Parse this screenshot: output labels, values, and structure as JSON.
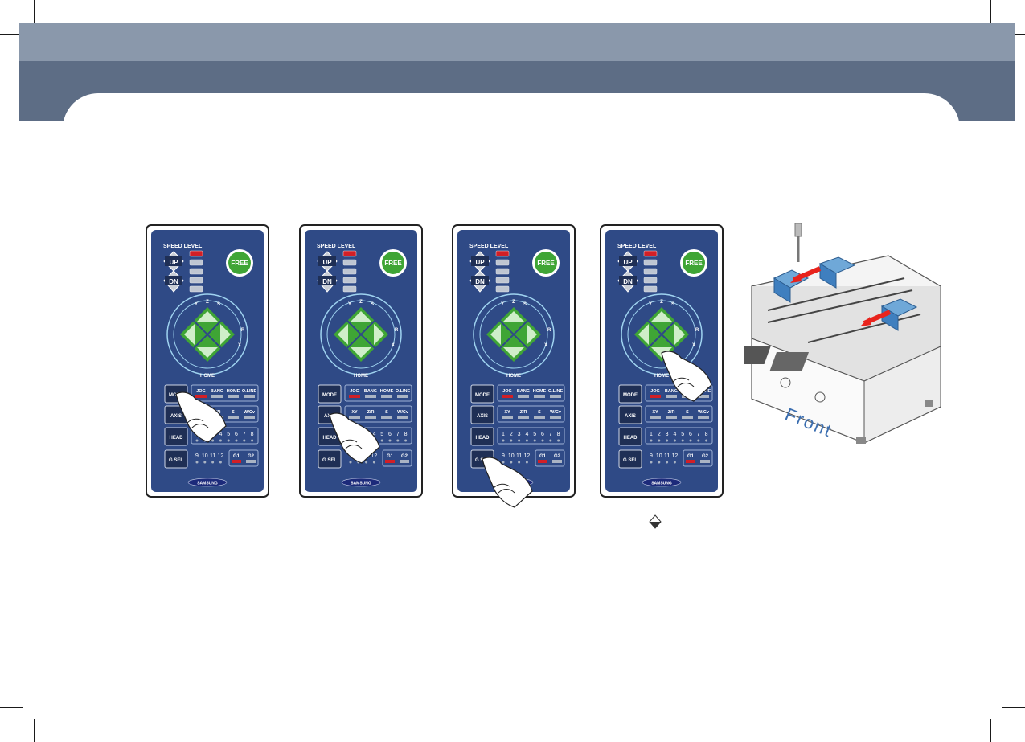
{
  "pendant": {
    "speed_level_label": "SPEED LEVEL",
    "up_label": "UP",
    "dn_label": "DN",
    "free_label": "FREE",
    "dpad_top_labels": [
      "Y",
      "Z",
      "S"
    ],
    "dpad_side_labels": [
      "R",
      "X"
    ],
    "home_label": "HOME",
    "left_buttons": [
      "MODE",
      "AXIS",
      "HEAD",
      "G.SEL"
    ],
    "mode_row": [
      "JOG",
      "BANG",
      "HOME",
      "O.LINE"
    ],
    "axis_row": [
      "XY",
      "Z/R",
      "S",
      "W/Cv"
    ],
    "head_row_1": [
      "1",
      "2",
      "3",
      "4",
      "5",
      "6",
      "7",
      "8"
    ],
    "head_row_2": [
      "9",
      "10",
      "11",
      "12"
    ],
    "group_row": [
      "G1",
      "G2"
    ],
    "brand": "SAMSUNG"
  },
  "panels": [
    {
      "pressed": "MODE"
    },
    {
      "pressed": "AXIS"
    },
    {
      "pressed": "G.SEL"
    },
    {
      "pressed": "dpad"
    }
  ],
  "machine": {
    "front_label": "Front"
  },
  "colors": {
    "panel": "#2f4a86",
    "accent_green": "#3fa535",
    "led_red": "#d21f26",
    "header_light": "#8a98ab",
    "header_dark": "#5d6d85"
  }
}
